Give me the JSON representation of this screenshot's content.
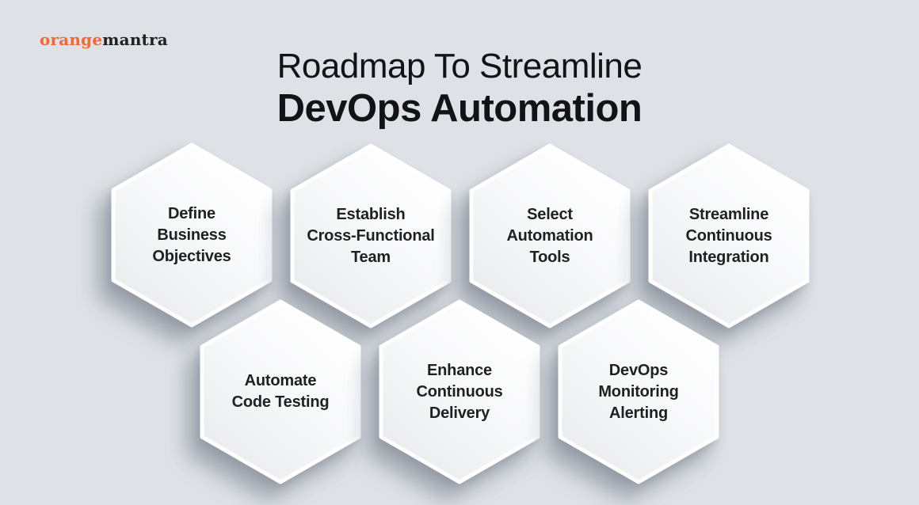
{
  "brand": {
    "logo_orange": "orange",
    "logo_dark": "mantra"
  },
  "title": {
    "line1": "Roadmap To Streamline",
    "line2": "DevOps Automation"
  },
  "hexagons": {
    "items": [
      {
        "label": "Define\nBusiness\nObjectives"
      },
      {
        "label": "Establish\nCross-Functional\nTeam"
      },
      {
        "label": "Select\nAutomation\nTools"
      },
      {
        "label": "Streamline\nContinuous\nIntegration"
      },
      {
        "label": "Automate\nCode Testing"
      },
      {
        "label": "Enhance\nContinuous\nDelivery"
      },
      {
        "label": "DevOps\nMonitoring\nAlerting"
      }
    ]
  },
  "colors": {
    "background": "#dee2e6",
    "brand_orange": "#f26835",
    "brand_dark": "#212121",
    "title_text": "#121316",
    "hexagon_fill_light": "#ffffff",
    "hexagon_fill_shade": "#e8eaed",
    "hexagon_text": "#1f2023"
  }
}
